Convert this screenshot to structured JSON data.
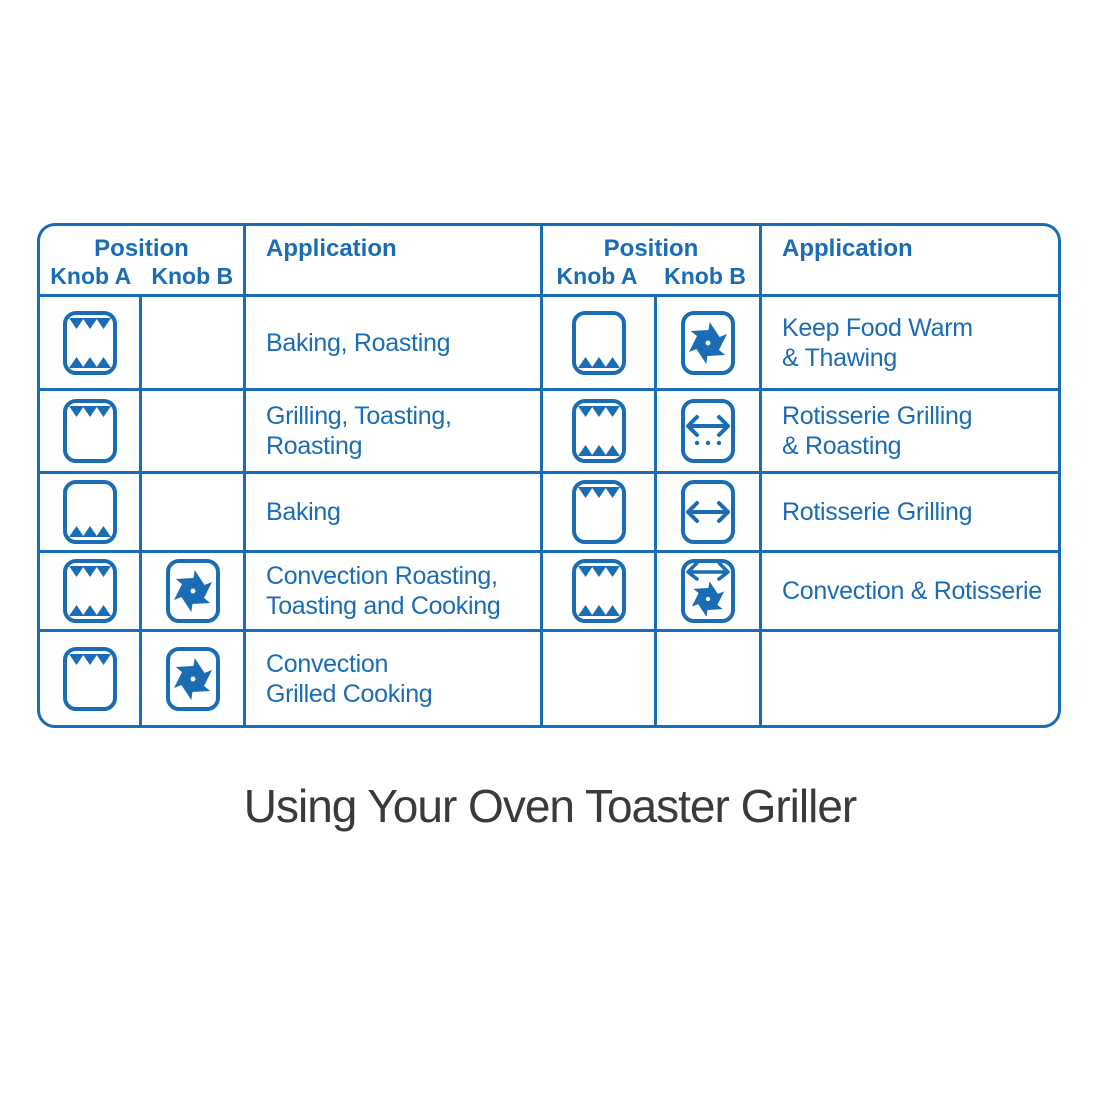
{
  "colors": {
    "accent": "#1a6cb4",
    "title": "#3a3a3a",
    "background": "#ffffff"
  },
  "title": "Using Your Oven Toaster Griller",
  "table": {
    "left": {
      "header": {
        "position": "Position",
        "knob_a": "Knob A",
        "knob_b": "Knob B",
        "application": "Application"
      }
    },
    "right": {
      "header": {
        "position": "Position",
        "knob_a": "Knob A",
        "knob_b": "Knob B",
        "application": "Application"
      }
    },
    "icon_legend": {
      "oven-heat-top-bottom": "oven with upper and lower heating elements on",
      "oven-heat-top": "oven with upper heating element on",
      "oven-heat-bottom": "oven with lower heating element on",
      "fan": "convection fan",
      "rotisserie-arrow": "rotisserie spit double arrow",
      "rotisserie-arrow-dots": "rotisserie spit double arrow with drip dots",
      "rotisserie-arrow-fan": "rotisserie spit double arrow with convection fan"
    },
    "rows": [
      {
        "left": {
          "knob_a": "oven-heat-top-bottom",
          "knob_b": null,
          "application": "Baking, Roasting"
        },
        "right": {
          "knob_a": "oven-heat-bottom",
          "knob_b": "fan",
          "application": "Keep Food Warm\n& Thawing"
        }
      },
      {
        "left": {
          "knob_a": "oven-heat-top",
          "knob_b": null,
          "application": "Grilling, Toasting,\nRoasting"
        },
        "right": {
          "knob_a": "oven-heat-top-bottom",
          "knob_b": "rotisserie-arrow-dots",
          "application": "Rotisserie Grilling\n& Roasting"
        }
      },
      {
        "left": {
          "knob_a": "oven-heat-bottom",
          "knob_b": null,
          "application": "Baking"
        },
        "right": {
          "knob_a": "oven-heat-top",
          "knob_b": "rotisserie-arrow",
          "application": "Rotisserie Grilling"
        }
      },
      {
        "left": {
          "knob_a": "oven-heat-top-bottom",
          "knob_b": "fan",
          "application": "Convection Roasting,\nToasting and Cooking"
        },
        "right": {
          "knob_a": "oven-heat-top-bottom",
          "knob_b": "rotisserie-arrow-fan",
          "application": "Convection & Rotisserie"
        }
      },
      {
        "left": {
          "knob_a": "oven-heat-top",
          "knob_b": "fan",
          "application": "Convection\nGrilled Cooking"
        },
        "right": {
          "knob_a": null,
          "knob_b": null,
          "application": ""
        }
      }
    ]
  }
}
